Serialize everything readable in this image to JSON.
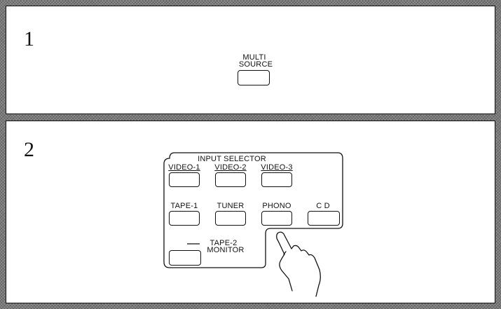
{
  "steps": [
    {
      "number": "1",
      "control": {
        "label_line1": "MULTI",
        "label_line2": "SOURCE"
      }
    },
    {
      "number": "2",
      "input_selector": {
        "title": "INPUT SELECTOR",
        "row1": [
          "VIDEO-1",
          "VIDEO-2",
          "VIDEO-3"
        ],
        "row2": [
          "TAPE-1",
          "TUNER",
          "PHONO",
          "C D"
        ],
        "tape2_monitor": {
          "line1": "TAPE-2",
          "line2": "MONITOR"
        }
      },
      "pointer": "hand-pointer-icon"
    }
  ]
}
